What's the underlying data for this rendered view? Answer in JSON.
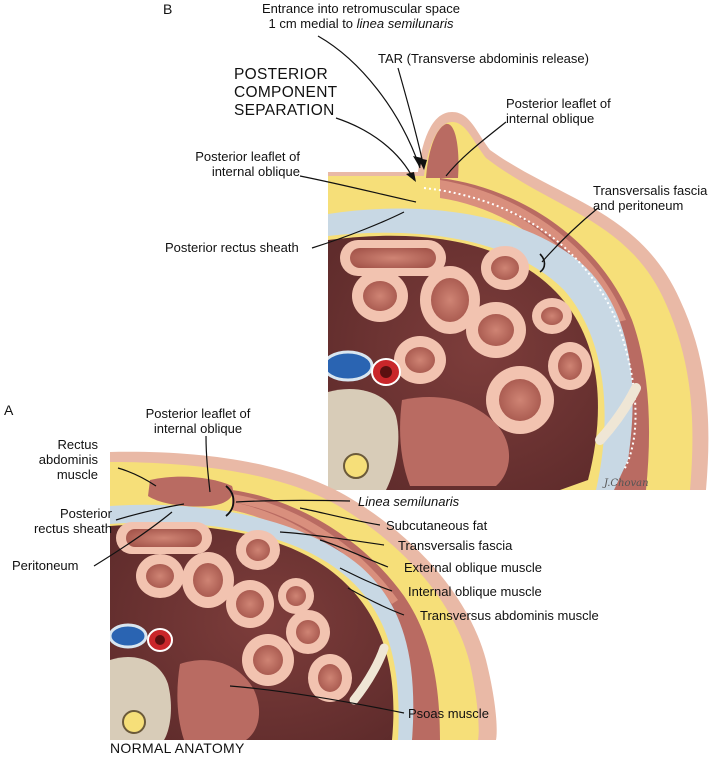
{
  "panel_b": {
    "letter": "B",
    "entrance_line1": "Entrance into retromuscular space",
    "entrance_line2_prefix": "1 cm medial to ",
    "entrance_line2_term": "linea semilunaris",
    "tar": "TAR (Transverse abdominis release)",
    "posterior_component_1": "POSTERIOR",
    "posterior_component_2": "COMPONENT",
    "posterior_component_3": "SEPARATION",
    "leaflet_right_1": "Posterior leaflet of",
    "leaflet_right_2": "internal oblique",
    "leaflet_left_1": "Posterior leaflet of",
    "leaflet_left_2": "internal oblique",
    "transversalis_1": "Transversalis fascia",
    "transversalis_2": "and peritoneum",
    "posterior_rectus_sheath": "Posterior rectus sheath"
  },
  "panel_a": {
    "letter": "A",
    "leaflet_1": "Posterior leaflet of",
    "leaflet_2": "internal oblique",
    "rectus_1": "Rectus",
    "rectus_2": "abdominis",
    "rectus_3": "muscle",
    "sheath_1": "Posterior",
    "sheath_2": "rectus sheath",
    "peritoneum": "Peritoneum",
    "linea_semilunaris": "Linea semilunaris",
    "subcutaneous_fat": "Subcutaneous fat",
    "transversalis_fascia": "Transversalis fascia",
    "external_oblique": "External oblique muscle",
    "internal_oblique": "Internal oblique muscle",
    "transversus": "Transversus abdominis muscle",
    "psoas": "Psoas muscle",
    "caption": "NORMAL ANATOMY"
  },
  "signature": "J.Chovan",
  "colors": {
    "skin": "#e9b9a6",
    "fat": "#f6df79",
    "muscle": "#b96b62",
    "fascia": "#c8d8e4",
    "cavity": "#6e3433",
    "bowel_wall": "#f2c3b0",
    "bowel_lumen": "#c06f61",
    "bone": "#d8ccb8"
  }
}
